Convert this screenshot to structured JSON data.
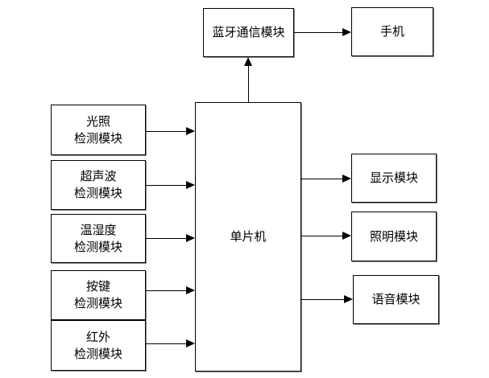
{
  "blocks": {
    "bluetooth": {
      "label": "蓝牙通信模块"
    },
    "phone": {
      "label": "手机"
    },
    "mcu": {
      "label": "单片机"
    },
    "light_sensor": {
      "label": "光照\n检测模块"
    },
    "ultrasonic_sensor": {
      "label": "超声波\n检测模块"
    },
    "temp_humidity_sensor": {
      "label": "温湿度\n检测模块"
    },
    "button_sensor": {
      "label": "按键\n检测模块"
    },
    "infrared_sensor": {
      "label": "红外\n检测模块"
    },
    "display": {
      "label": "显示模块"
    },
    "lighting": {
      "label": "照明模块"
    },
    "voice": {
      "label": "语音模块"
    }
  },
  "connections": [
    {
      "from": "light_sensor",
      "to": "mcu"
    },
    {
      "from": "ultrasonic_sensor",
      "to": "mcu"
    },
    {
      "from": "temp_humidity_sensor",
      "to": "mcu"
    },
    {
      "from": "button_sensor",
      "to": "mcu"
    },
    {
      "from": "infrared_sensor",
      "to": "mcu"
    },
    {
      "from": "mcu",
      "to": "bluetooth"
    },
    {
      "from": "bluetooth",
      "to": "phone"
    },
    {
      "from": "mcu",
      "to": "display"
    },
    {
      "from": "mcu",
      "to": "lighting"
    },
    {
      "from": "mcu",
      "to": "voice"
    }
  ],
  "colors": {
    "background": "#ffffff",
    "border": "#000000",
    "text": "#000000",
    "shadow": "#8c8c8c"
  }
}
